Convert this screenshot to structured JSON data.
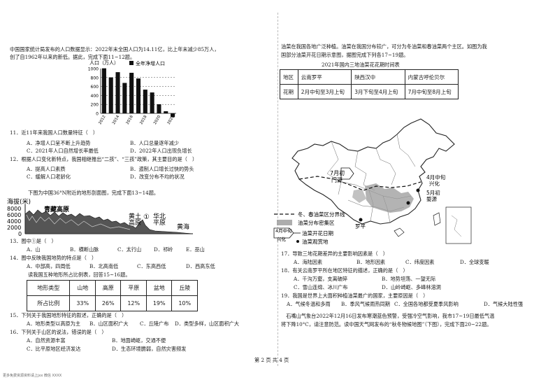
{
  "left": {
    "intro_l1": "中国国家统计局发布的人口数据显示：2022年末全国人口为14.11亿，比上年末减少85万人，",
    "intro_l2": "创了自1962年以来的新低。据此，完成下面11~12题。",
    "chart_data": {
      "type": "bar",
      "ylabel": "人口（万人）",
      "legend": "全年净增人口",
      "yticks": [
        "1000",
        "800",
        "600",
        "400",
        "200",
        "0"
      ],
      "ylim": [
        -200,
        1000
      ],
      "categories": [
        "2012",
        "2013",
        "2014",
        "2015",
        "2016",
        "2017",
        "2018",
        "2019",
        "2020",
        "2021",
        "2022"
      ],
      "xtick_labels": [
        "2012",
        "2014",
        "2016",
        "2018",
        "2020",
        "2022"
      ],
      "values": [
        1006,
        804,
        920,
        680,
        906,
        779,
        530,
        467,
        204,
        48,
        -85
      ]
    },
    "q11": "11．近11年来我国人口数量特征（　）",
    "q11_a": "A．净增人口呈不断上升趋势",
    "q11_b": "B．人口总量逐年减少",
    "q11_c": "C．2021年人口自然增长率最低",
    "q11_d": "D．2022年人口出现负增长",
    "q12": "12．根据人口变化新特点，我国相继推出“二孩”、“三孩”政策，其主要目的是（　）",
    "q12_a": "A．提高人口素质",
    "q12_b": "B．遏制人口增长过快的势头",
    "q12_c": "C．缓解人口老龄化",
    "q12_d": "D．改变分布不均的状况",
    "profile_intro": "下图为中国36°N附近的地形剖面图，完成下面13~14题。",
    "profile": {
      "ylabel": "海拔(米)",
      "yticks": [
        "8000",
        "6000",
        "4000",
        "2000",
        "0"
      ],
      "plateau": "青藏高原",
      "loess_1": "黄土",
      "loess_2": "高原",
      "circle": "①",
      "north_1": "华北",
      "north_2": "平原",
      "sea": "黄海"
    },
    "q13": "13．图中①是（　）",
    "q13_a": "A．山",
    "q13_b": "B．横断山脉",
    "q13_c": "C．太行山",
    "q13_d": "D．祁岭",
    "q13_e": "E．巫山",
    "q14": "14．图中反映我国地势的特点是（　）",
    "q14_a": "A．中部高，四周低",
    "q14_b": "B．北高南低",
    "q14_c": "C．东高西低",
    "q14_d": "D．西高东低",
    "table_intro": "读我国五种地形所占比例表，回答15~16题。",
    "terrain_table": {
      "headers": [
        "地形类型",
        "山地",
        "高原",
        "平原",
        "盆地",
        "丘陵"
      ],
      "values": [
        "所占比例",
        "33%",
        "26%",
        "12%",
        "19%",
        "10%"
      ]
    },
    "q15": "15．下列关于我国地形特征的叙述，正确的是（　）",
    "q15_a": "A．地形类型以高原为主",
    "q15_b": "B．山区面积广大",
    "q15_c": "C．丘陵广布",
    "q15_d": "D．类型多样，山区面积广大",
    "q16": "16．下列关于山区的说法，错误的是（　）",
    "q16_a": "A．自然资源丰富",
    "q16_b": "B．地面崎岖，交通不便",
    "q16_c": "C．比平原地区经济发达",
    "q16_d": "D．生态环境脆弱，自然灾害频发"
  },
  "right": {
    "intro_l1": "油菜在我国各地广泛种植。油菜在我国分布较广，可分为冬油菜和春油菜两个主区。如图为我",
    "intro_l2": "国部分油菜开花日期示意图，据图完成下列各17~19题。",
    "table_title": "2021年国内三地油菜花花期时间表",
    "bloom_table": {
      "row1": [
        "地区",
        "云南罗平",
        "陕西汉中",
        "内蒙古呼伦贝尔"
      ],
      "row2": [
        "花期",
        "2月中旬至3月上旬",
        "3月下旬至4月上旬",
        "7月中旬至8月上旬"
      ]
    },
    "map": {
      "ann_north_1": "7月初",
      "ann_north_2": "门源",
      "ann_east_1": "4月中旬",
      "ann_east_2": "兴化",
      "ann_east_3": "5月初",
      "ann_east_4": "婺源",
      "ann_south": "罗平",
      "legend_1": "冬、春油菜区分界线",
      "legend_2": "油菜分布密集区",
      "legend_3": "油菜开花日期",
      "legend_4": "油菜观赏地",
      "legend_sample_1": "4月中旬",
      "legend_sample_2": "兴化"
    },
    "q17": "17．导致三地花期差异的主要影响因素是（　）",
    "q17_a": "A．海陆因素",
    "q17_b": "B．地形因素",
    "q17_c": "C．纬度因素",
    "q17_d": "D．全球变暖",
    "q18": "18．有关云南罗平所在地区特征的描述，正确的是（　）",
    "q18_a": "A．千沟万壑，支离破碎",
    "q18_b": "B．地势坦荡、一望无际",
    "q18_c": "C．雪山连绵、冰川广布",
    "q18_d": "D．山岭崎岖、多峰林溶洞",
    "q19": "19．我国是世界上大面积种植油菜最广的国家，主要原因是（　）",
    "q19_a": "A．气候冬温和多雨",
    "q19_b": "B．季风气候雨热同期",
    "q19_c": "C．全国各地都受夏季风影响",
    "q19_d": "D．气候大陆性强",
    "bottom_l1": "　石嘴山气象台2022年12月16日发布寒潮蓝色预警，受强冷空气影响，我市17~19日最低气温",
    "bottom_l2": "将下降10°C，请注意防范。读中国天气网发布的“秋冬物候地图”（下图），完成下面20~22题。"
  },
  "page_number": "第 2 页  共 4 页",
  "footer": "更多免费资源资料请上jxx 微信 XXXX"
}
